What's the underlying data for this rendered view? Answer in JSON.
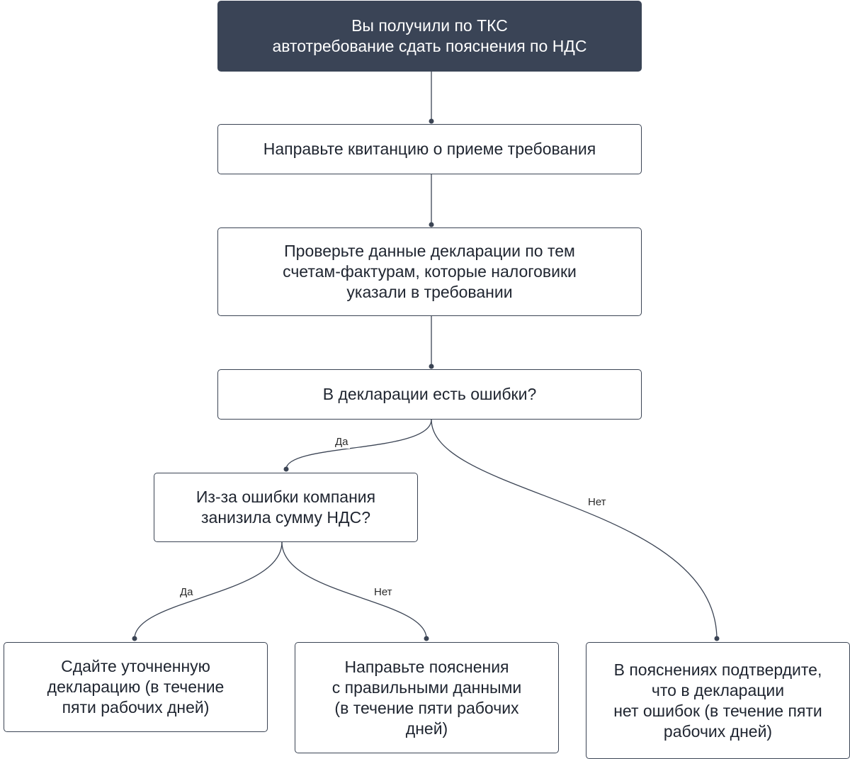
{
  "nodes": {
    "start": "Вы получили по ТКС\nавтотребование сдать пояснения по НДС",
    "receipt": "Направьте квитанцию о приеме требования",
    "check": "Проверьте данные декларации по тем\nсчетам-фактурам, которые налоговики\nуказали в требовании",
    "errors_question": "В декларации есть ошибки?",
    "understated_question": "Из-за ошибки компания\nзанизила сумму НДС?",
    "corrected_return": "Сдайте уточненную\nдекларацию (в течение\nпяти рабочих дней)",
    "correct_explanations": "Направьте пояснения\nс правильными данными\n(в течение пяти рабочих\nдней)",
    "no_errors_confirm": "В пояснениях подтвердите,\nчто в декларации\nнет ошибок (в течение пяти\nрабочих дней)"
  },
  "edges": {
    "errors_yes": "Да",
    "errors_no": "Нет",
    "understated_yes": "Да",
    "understated_no": "Нет"
  },
  "colors": {
    "start_fill": "#3a4456",
    "border": "#3b4454",
    "connector": "#3b4454",
    "text": "#1f2530"
  }
}
